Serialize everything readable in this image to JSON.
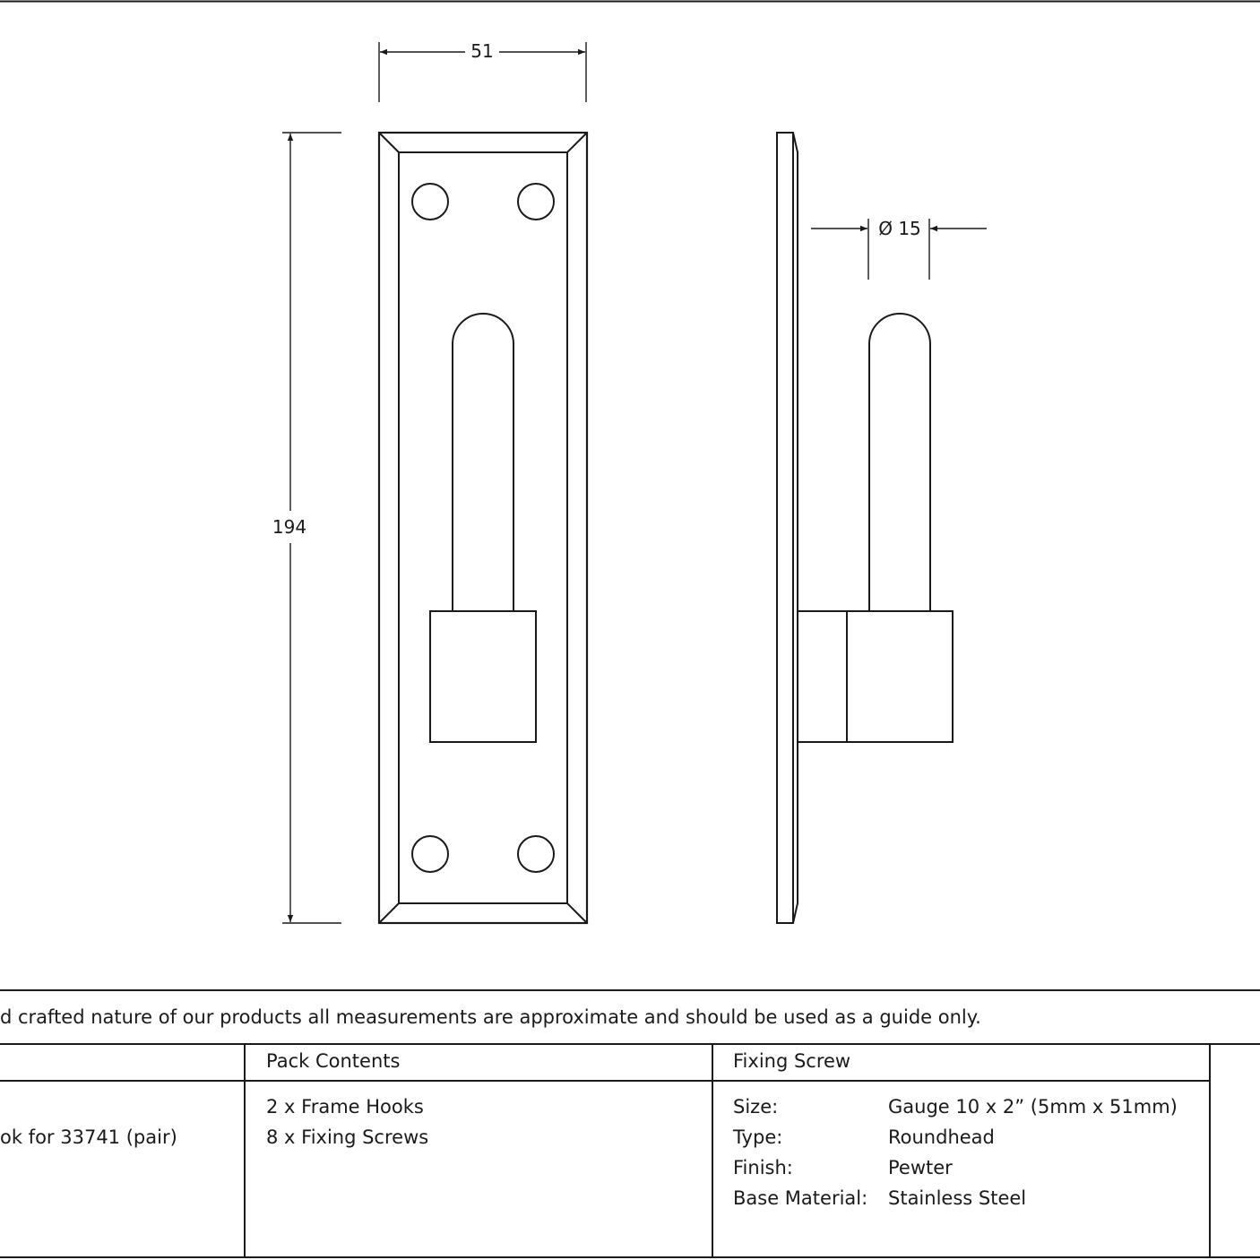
{
  "dimensions": {
    "width": "51",
    "height": "194",
    "diameter": "Ø 15"
  },
  "disclaimer": "d crafted nature of our products all measurements are approximate and should be used as a guide only.",
  "table": {
    "product_desc": "ok for 33741 (pair)",
    "pack_contents": {
      "header": "Pack Contents",
      "items": [
        "2 x Frame Hooks",
        "8 x Fixing Screws"
      ]
    },
    "fixing_screw": {
      "header": "Fixing Screw",
      "rows": [
        {
          "label": "Size:",
          "value": "Gauge 10 x 2” (5mm x 51mm)"
        },
        {
          "label": "Type:",
          "value": "Roundhead"
        },
        {
          "label": "Finish:",
          "value": "Pewter"
        },
        {
          "label": "Base Material:",
          "value": "Stainless Steel"
        }
      ]
    }
  }
}
